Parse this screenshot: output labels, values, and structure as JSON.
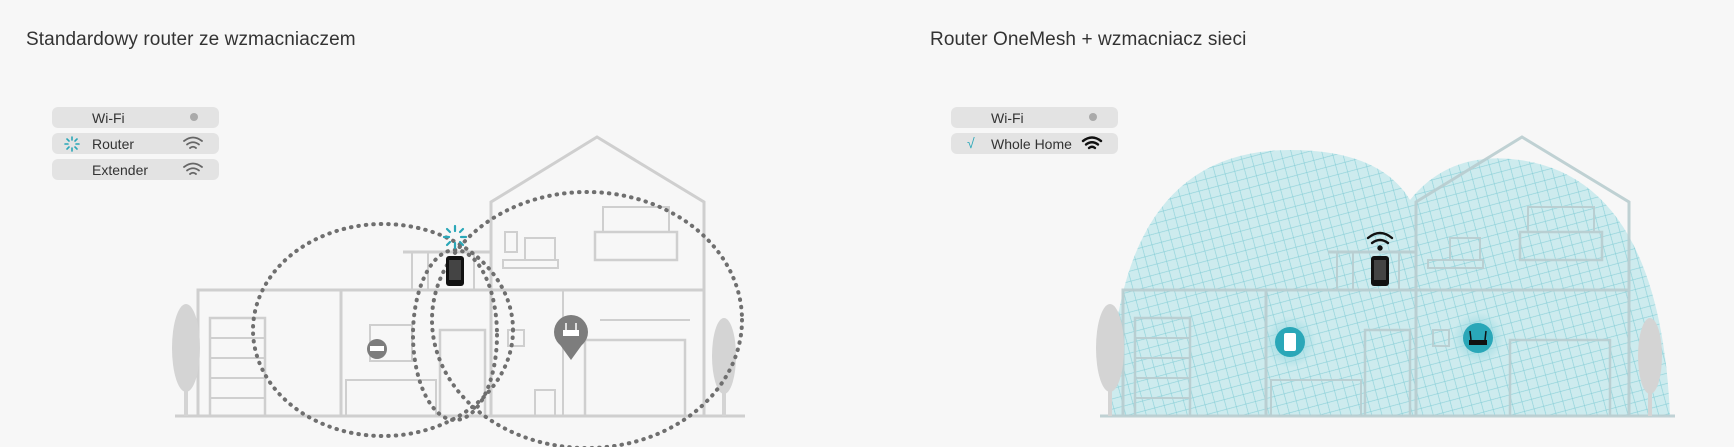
{
  "left": {
    "title": "Standardowy router ze wzmacniaczem",
    "legend": [
      {
        "label": "Wi-Fi",
        "icon": "dot-icon"
      },
      {
        "label": "Router",
        "icon": "wifi-icon",
        "lead_icon": "loading-spinner-icon"
      },
      {
        "label": "Extender",
        "icon": "wifi-icon"
      }
    ]
  },
  "right": {
    "title": "Router OneMesh + wzmacniacz sieci",
    "legend": [
      {
        "label": "Wi-Fi",
        "icon": "dot-icon"
      },
      {
        "label": "Whole Home",
        "icon": "wifi-icon",
        "lead_icon": "check-icon",
        "lead_glyph": "√"
      }
    ]
  },
  "colors": {
    "house_line": "#cfcfcf",
    "coverage_dots": "#6f6f6f",
    "mesh_fill": "#bfe6ea",
    "mesh_lines": "#7ccad3",
    "accent": "#2aa7b8",
    "legend_bg": "#e3e3e3"
  }
}
